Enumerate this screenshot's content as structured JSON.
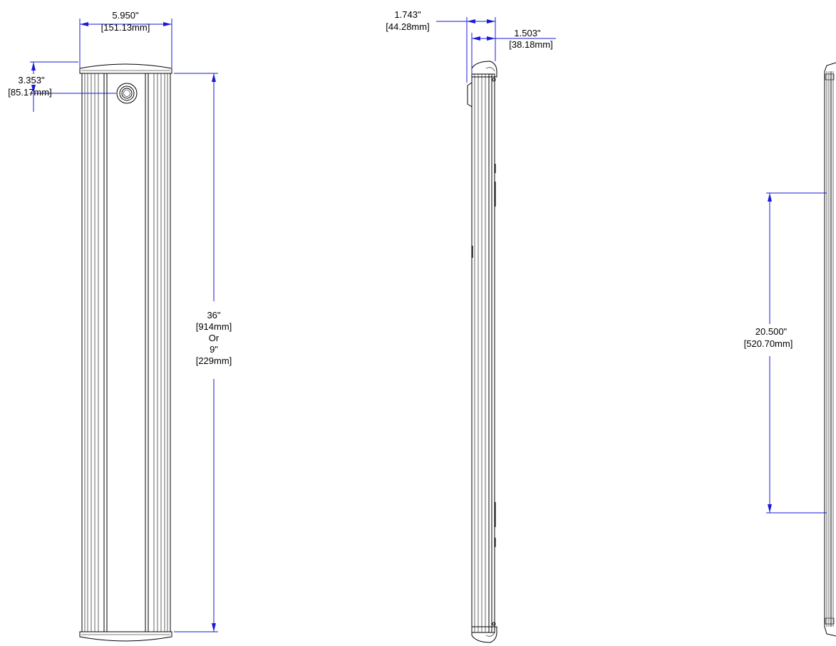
{
  "views": {
    "front": {
      "width_in": "5.950\"",
      "width_mm": "[151.13mm]",
      "port_offset_in": "3.353\"",
      "port_offset_mm": "[85.17mm]",
      "length_line1": "36\"",
      "length_line2": "[914mm]",
      "length_line3": "Or",
      "length_line4": "9\"",
      "length_line5": "[229mm]"
    },
    "side": {
      "overall_depth_in": "1.743\"",
      "overall_depth_mm": "[44.28mm]",
      "body_depth_in": "1.503\"",
      "body_depth_mm": "[38.18mm]"
    },
    "rear": {
      "mount_spacing_in": "20.500\"",
      "mount_spacing_mm": "[520.70mm]"
    }
  },
  "colors": {
    "dimension_lines": "#1a1ad8",
    "part_outline": "#000000"
  }
}
